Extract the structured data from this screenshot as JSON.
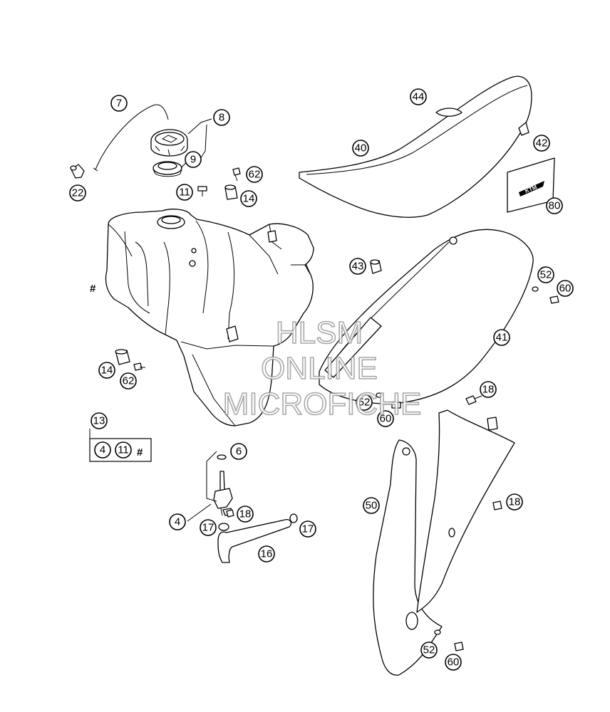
{
  "callouts": [
    {
      "id": "c7",
      "label": "7"
    },
    {
      "id": "c8",
      "label": "8"
    },
    {
      "id": "c9",
      "label": "9"
    },
    {
      "id": "c22",
      "label": "22"
    },
    {
      "id": "c11a",
      "label": "11"
    },
    {
      "id": "c62a",
      "label": "62"
    },
    {
      "id": "c14a",
      "label": "14"
    },
    {
      "id": "c14b",
      "label": "14"
    },
    {
      "id": "c62b",
      "label": "62"
    },
    {
      "id": "c13",
      "label": "13"
    },
    {
      "id": "c4a",
      "label": "4"
    },
    {
      "id": "c11b",
      "label": "11"
    },
    {
      "id": "c6",
      "label": "6"
    },
    {
      "id": "c4b",
      "label": "4"
    },
    {
      "id": "c18a",
      "label": "18"
    },
    {
      "id": "c17a",
      "label": "17"
    },
    {
      "id": "c17b",
      "label": "17"
    },
    {
      "id": "c16",
      "label": "16"
    },
    {
      "id": "c44",
      "label": "44"
    },
    {
      "id": "c40",
      "label": "40"
    },
    {
      "id": "c42",
      "label": "42"
    },
    {
      "id": "c80",
      "label": "80"
    },
    {
      "id": "c43",
      "label": "43"
    },
    {
      "id": "c52a",
      "label": "52"
    },
    {
      "id": "c60a",
      "label": "60"
    },
    {
      "id": "c41",
      "label": "41"
    },
    {
      "id": "c18b",
      "label": "18"
    },
    {
      "id": "c52b",
      "label": "52"
    },
    {
      "id": "c60b",
      "label": "60"
    },
    {
      "id": "c50",
      "label": "50"
    },
    {
      "id": "c18c",
      "label": "18"
    },
    {
      "id": "c52c",
      "label": "52"
    },
    {
      "id": "c60c",
      "label": "60"
    }
  ],
  "hash_marks": {
    "tank": "#",
    "kit": "#"
  },
  "watermark": {
    "line1": "HLSM",
    "line2": "ONLINE",
    "line3": "MICROFICHE"
  },
  "logo": {
    "text": "KTM"
  }
}
